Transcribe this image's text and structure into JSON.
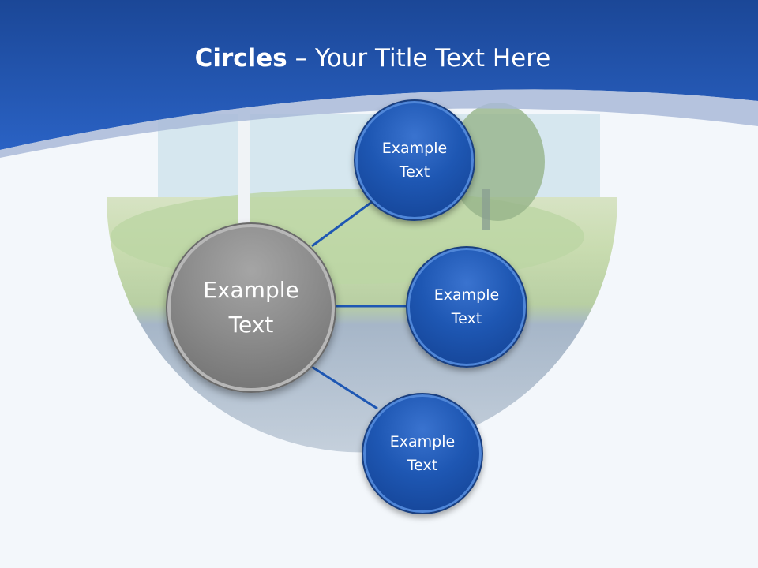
{
  "title": {
    "bold": "Circles",
    "rest": " – Your Title Text Here"
  },
  "diagram": {
    "center": {
      "line1": "Example",
      "line2": "Text"
    },
    "nodes": [
      {
        "line1": "Example",
        "line2": "Text"
      },
      {
        "line1": "Example",
        "line2": "Text"
      },
      {
        "line1": "Example",
        "line2": "Text"
      }
    ]
  },
  "colors": {
    "header_blue": "#1e57b3",
    "node_blue": "#1e57b3",
    "center_gray": "#8c8c8c",
    "connector": "#1e57b3"
  }
}
